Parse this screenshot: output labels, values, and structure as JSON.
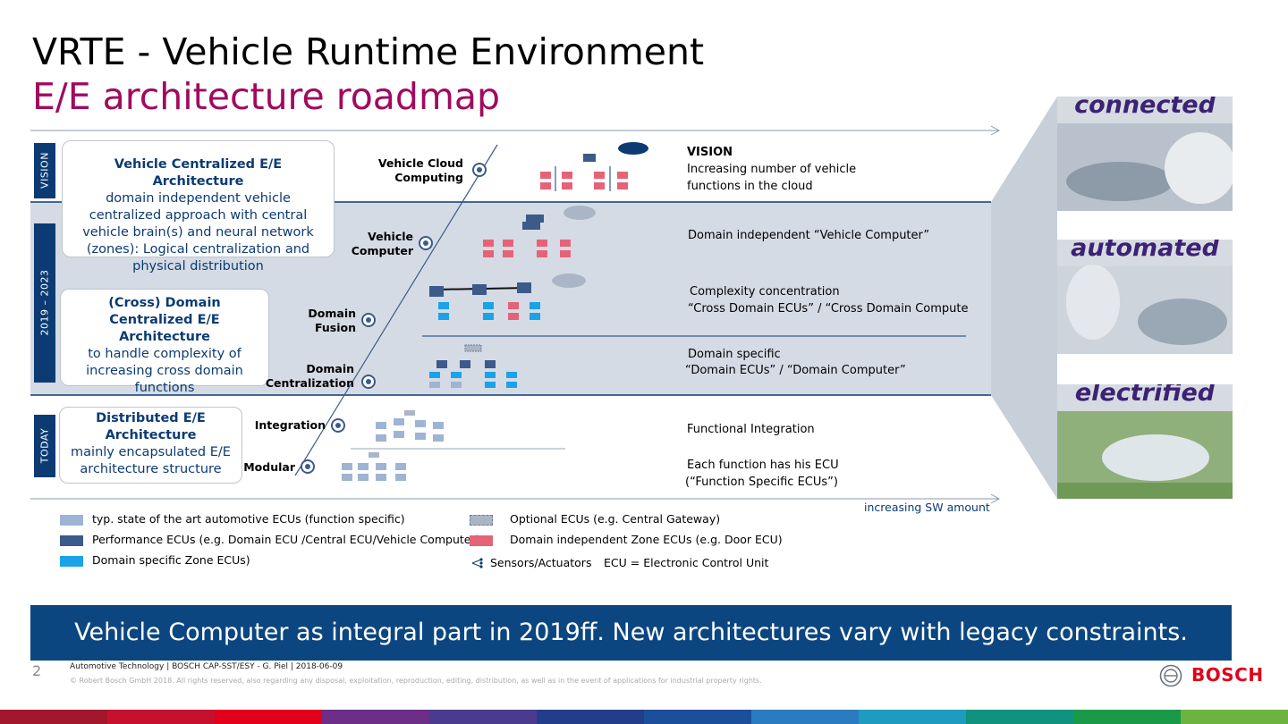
{
  "header": {
    "title": "VRTE - Vehicle Runtime Environment",
    "subtitle": "E/E architecture roadmap"
  },
  "eras": {
    "vision": "VISION",
    "mid": "2019 – 2023",
    "today": "TODAY"
  },
  "architecture_boxes": [
    {
      "title": "Vehicle Centralized E/E Architecture",
      "body": "domain independent vehicle centralized approach with central vehicle brain(s) and neural network (zones): Logical centralization and physical distribution"
    },
    {
      "title": "(Cross) Domain Centralized E/E Architecture",
      "body": "to handle complexity of increasing cross domain functions"
    },
    {
      "title": "Distributed E/E Architecture",
      "body": "mainly encapsulated E/E architecture structure"
    }
  ],
  "stages": [
    {
      "label": "Vehicle Cloud Computing"
    },
    {
      "label": "Vehicle Computer"
    },
    {
      "label": "Domain Fusion"
    },
    {
      "label": "Domain Centralization"
    },
    {
      "label": "Integration"
    },
    {
      "label": "Modular"
    }
  ],
  "descriptions": [
    {
      "title": "VISION",
      "text": "Increasing number of vehicle functions in the cloud"
    },
    {
      "text": "Domain independent “Vehicle Computer”"
    },
    {
      "text": "Complexity concentration",
      "text2": "“Cross Domain ECUs” / “Cross Domain Compute"
    },
    {
      "text": "Domain specific",
      "text2": "“Domain ECUs” / “Domain Computer”"
    },
    {
      "text": "Functional Integration"
    },
    {
      "text": "Each function has his ECU",
      "text2": "(“Function Specific ECUs”)"
    }
  ],
  "axis_label": "increasing SW amount",
  "legend": {
    "state_of_art": "typ. state of the art automotive ECUs (function specific)",
    "performance": "Performance ECUs (e.g. Domain ECU /Central ECU/Vehicle Computer)",
    "domain_zone": "Domain specific Zone ECUs)",
    "optional": "Optional ECUs (e.g. Central Gateway)",
    "independent_zone": "Domain independent Zone ECUs (e.g. Door ECU)",
    "sensors": "Sensors/Actuators",
    "ecu_def": "ECU = Electronic Control Unit"
  },
  "side_pictures": [
    "connected",
    "automated",
    "electrified"
  ],
  "banner": "Vehicle Computer as integral part in 2019ff. New architectures vary with legacy constraints.",
  "footer": {
    "page_number": "2",
    "line1": "Automotive Technology | BOSCH CAP-SST/ESY - G. Piel | 2018-06-09",
    "line2": "© Robert Bosch GmbH 2018. All rights reserved, also regarding any disposal, exploitation, reproduction, editing, distribution, as well as in the event of applications for industrial property rights.",
    "brand": "BOSCH"
  },
  "colors": {
    "title_accent": "#a10a5e",
    "navy": "#0c3b73",
    "band": "#d5dbe4",
    "state_of_art": "#9fb4d2",
    "performance": "#3c5a8a",
    "domain_zone": "#1aa3e8",
    "independent_zone": "#e56377",
    "brand_red": "#e2001a"
  }
}
